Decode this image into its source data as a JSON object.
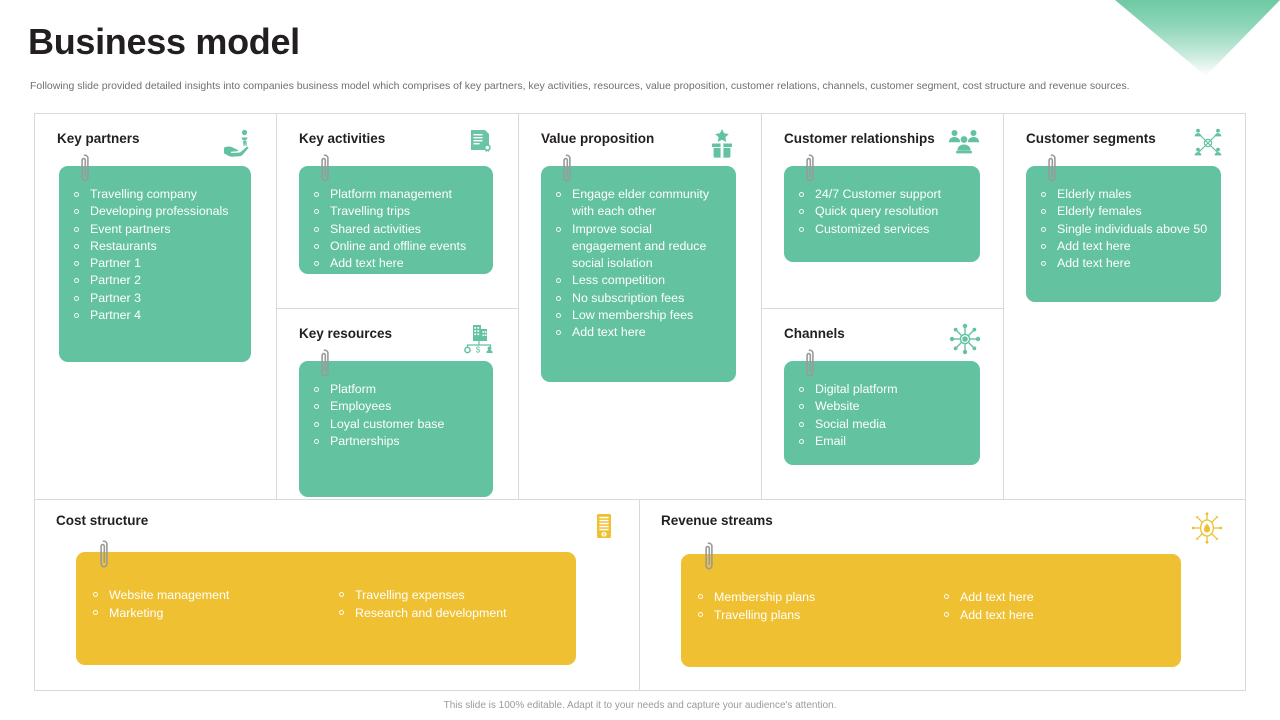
{
  "header": {
    "title": "Business model",
    "subtitle": "Following slide provided detailed insights into companies business model which comprises of key partners, key activities, resources, value proposition, customer relations, channels, customer segment, cost structure and revenue sources."
  },
  "colors": {
    "green_card": "#63c2a0",
    "yellow_card": "#efc031",
    "title": "#231f20",
    "border": "#d9d9d9",
    "subtitle": "#6f6f6f",
    "footer": "#9b9b9b"
  },
  "blocks": {
    "key_partners": {
      "title": "Key partners",
      "icon": "hand-holding-person-icon",
      "items": [
        "Travelling company",
        "Developing professionals",
        "Event partners",
        "Restaurants",
        "Partner 1",
        "Partner 2",
        "Partner 3",
        "Partner 4"
      ]
    },
    "key_activities": {
      "title": "Key activities",
      "icon": "document-gear-icon",
      "items": [
        "Platform management",
        "Travelling trips",
        "Shared activities",
        "Online and offline events",
        "Add text here"
      ]
    },
    "key_resources": {
      "title": "Key resources",
      "icon": "building-resources-icon",
      "items": [
        "Platform",
        "Employees",
        "Loyal customer base",
        "Partnerships"
      ]
    },
    "value_proposition": {
      "title": "Value proposition",
      "icon": "gift-star-icon",
      "items": [
        "Engage elder community with each other",
        "Improve social engagement and reduce social isolation",
        "Less competition",
        "No subscription fees",
        "Low membership fees",
        "Add text here"
      ]
    },
    "customer_relationships": {
      "title": "Customer relationships",
      "icon": "people-group-icon",
      "items": [
        "24/7 Customer support",
        "Quick query resolution",
        "Customized services"
      ]
    },
    "channels": {
      "title": "Channels",
      "icon": "network-hub-icon",
      "items": [
        "Digital platform",
        "Website",
        "Social media",
        "Email"
      ]
    },
    "customer_segments": {
      "title": "Customer segments",
      "icon": "people-network-icon",
      "items": [
        "Elderly males",
        "Elderly females",
        "Single individuals above 50",
        "Add text here",
        "Add text here"
      ]
    },
    "cost_structure": {
      "title": "Cost structure",
      "icon": "server-cost-icon",
      "items_left": [
        "Website management",
        "Marketing"
      ],
      "items_right": [
        "Travelling expenses",
        "Research and development"
      ]
    },
    "revenue_streams": {
      "title": "Revenue streams",
      "icon": "coin-revenue-icon",
      "items_left": [
        "Membership plans",
        "Travelling plans"
      ],
      "items_right": [
        "Add text here",
        "Add text here"
      ]
    }
  },
  "footer": {
    "note": "This slide is 100% editable. Adapt it to your needs and capture your audience's attention."
  }
}
